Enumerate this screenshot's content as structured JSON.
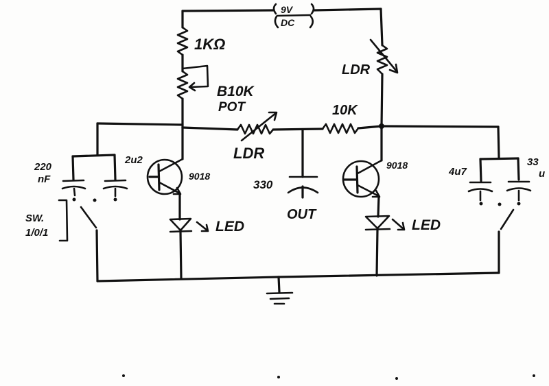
{
  "labels": {
    "supply": "9V",
    "supply_type": "DC",
    "r1": "1KΩ",
    "pot_value": "B10K",
    "pot_type": "POT",
    "ldr_left": "LDR",
    "ldr_right": "LDR",
    "r_mid": "10K",
    "cap_mid": "330",
    "out": "OUT",
    "cap_220": "220",
    "cap_220_unit": "nF",
    "cap_2u2": "2u2",
    "cap_4u7": "4u7",
    "cap_33": "33",
    "cap_33_unit": "u",
    "switch_line1": "SW.",
    "switch_line2": "1/0/1",
    "q_left": "9018",
    "q_right": "9018",
    "led_left": "LED",
    "led_right": "LED"
  }
}
